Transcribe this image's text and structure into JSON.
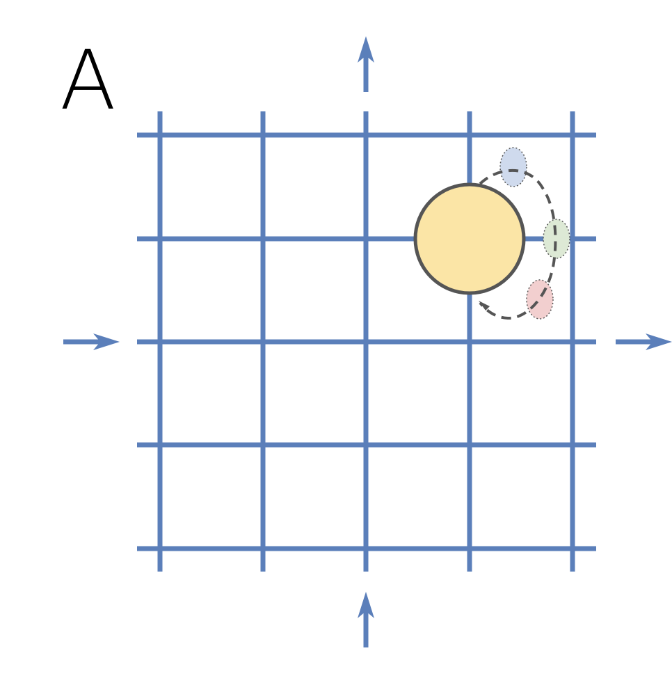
{
  "panel_label": "A",
  "colors": {
    "background": "#ffffff",
    "grid_line": "#5b7fba",
    "arrow": "#5b7fba",
    "large_circle_fill": "#fbe5a6",
    "large_circle_stroke": "#555555",
    "orbit_path": "#555555",
    "small_blue_fill": "#cfdaed",
    "small_green_fill": "#dde9d5",
    "small_red_fill": "#f2cfcf",
    "small_stroke": "#555555"
  },
  "grid": {
    "rows": 5,
    "columns": 5
  },
  "arrows": [
    {
      "name": "arrow-top",
      "direction": "up"
    },
    {
      "name": "arrow-left",
      "direction": "right"
    },
    {
      "name": "arrow-right",
      "direction": "right"
    },
    {
      "name": "arrow-bottom",
      "direction": "up"
    }
  ],
  "small_circles": [
    {
      "name": "small-circle-blue",
      "color": "blue"
    },
    {
      "name": "small-circle-green",
      "color": "green"
    },
    {
      "name": "small-circle-red",
      "color": "red"
    }
  ]
}
